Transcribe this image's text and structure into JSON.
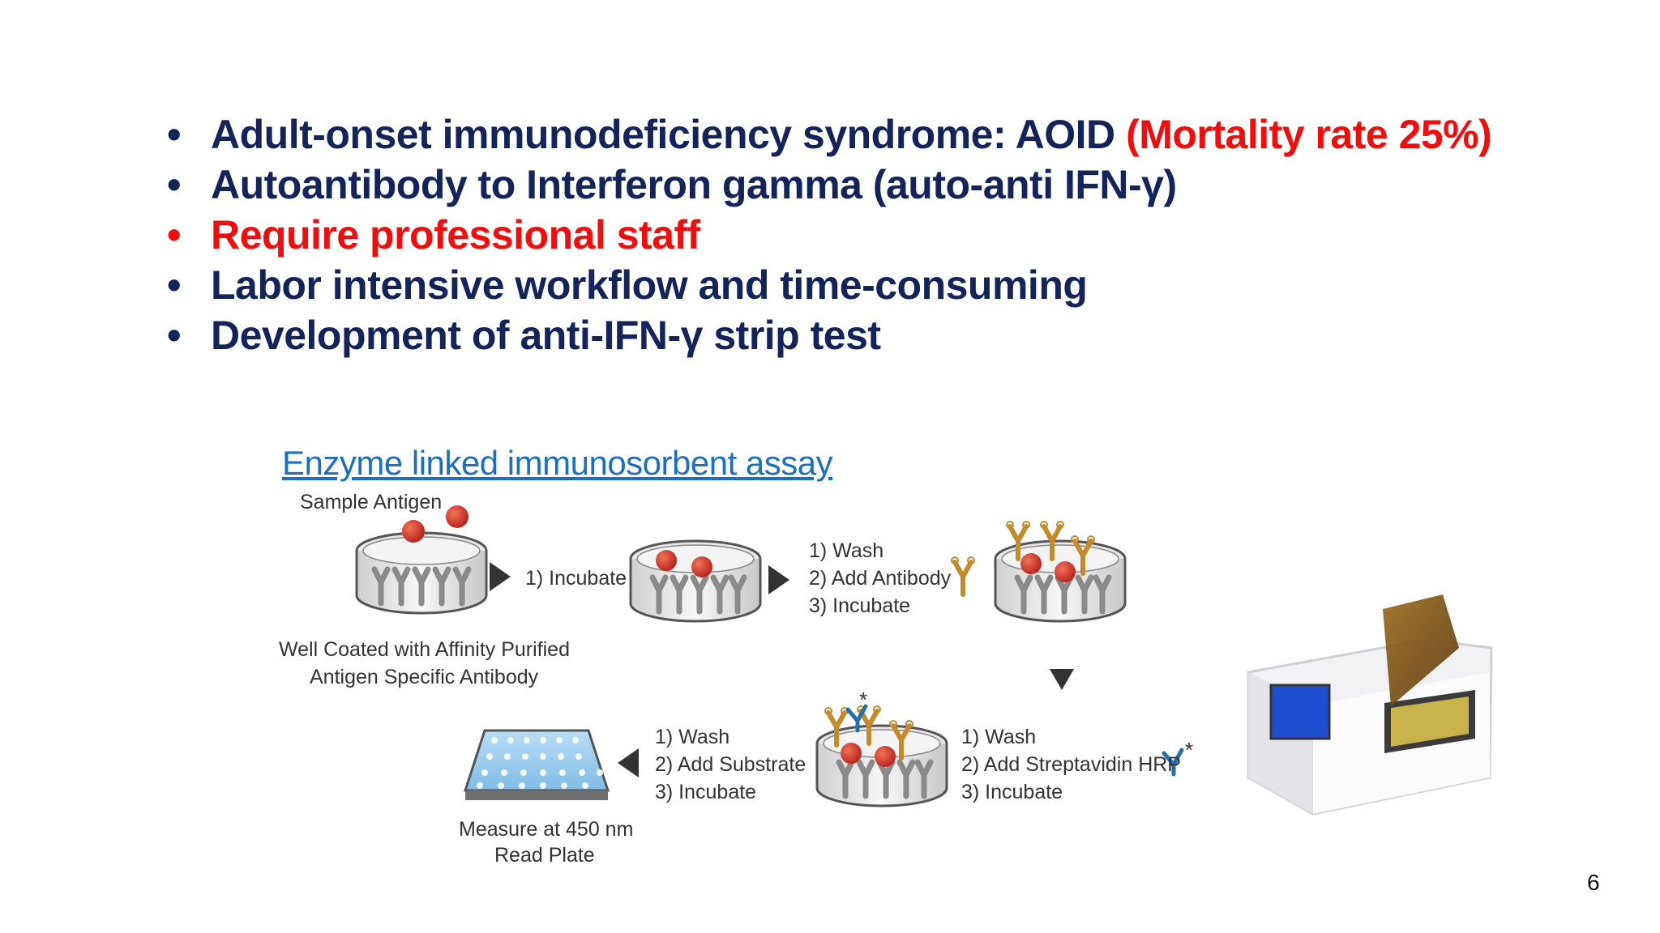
{
  "bullets": [
    {
      "text": "Adult-onset immunodeficiency syndrome: AOID ",
      "highlight": "(Mortality rate  25%)",
      "color": "#13235b"
    },
    {
      "text": "Autoantibody to Interferon gamma (auto-anti IFN-γ)",
      "color": "#13235b"
    },
    {
      "text": "Require professional staff",
      "color": "#f20c0c"
    },
    {
      "text": "Labor intensive workflow and time-consuming",
      "color": "#13235b"
    },
    {
      "text": "Development of anti-IFN-γ strip test",
      "color": "#13235b"
    }
  ],
  "bullet_symbol": "•",
  "link": {
    "label": "Enzyme linked immunosorbent assay",
    "color": "#1a6fc2"
  },
  "diagram": {
    "sample_antigen": "Sample Antigen",
    "well_caption_1": "Well Coated with Affinity Purified",
    "well_caption_2": "Antigen Specific Antibody",
    "step1": "1) Incubate",
    "step2": [
      "1) Wash",
      "2) Add Antibody",
      "3) Incubate"
    ],
    "step3": [
      "1) Wash",
      "2) Add Streptavidin HRP",
      "3) Incubate"
    ],
    "step4": [
      "1) Wash",
      "2) Add Substrate",
      "3) Incubate"
    ],
    "plate_caption_1": "Measure at 450 nm",
    "plate_caption_2": "Read Plate",
    "asterisk": "*"
  },
  "page_number": "6"
}
